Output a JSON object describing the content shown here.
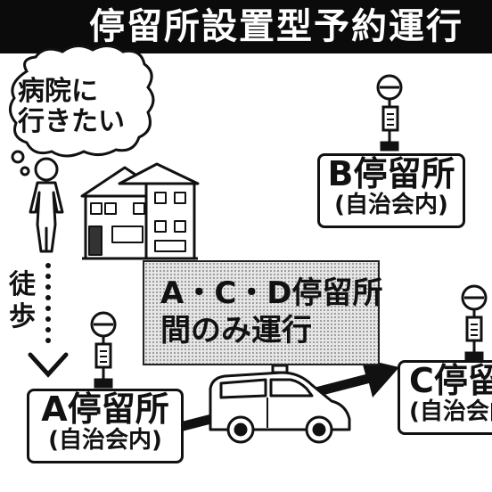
{
  "title": "停留所設置型予約運行",
  "speech_bubble": {
    "lines": [
      "病院に",
      "行きたい"
    ]
  },
  "walk_label": {
    "chars": [
      "徒",
      "歩"
    ]
  },
  "stops": {
    "a": {
      "name": "A停留所",
      "sub": "(自治会内)"
    },
    "b": {
      "name": "B停留所",
      "sub": "(自治会内)"
    },
    "c": {
      "name": "C停留所",
      "sub": "(自治会内)"
    }
  },
  "note": {
    "lines": [
      "A・C・D停留所",
      "間のみ運行"
    ]
  },
  "icons": {
    "person": "person-icon",
    "house": "house-icon",
    "bus_stop_sign": "bus-stop-sign-icon",
    "vehicle": "van-icon",
    "arrow": "arrow-right-icon",
    "walk_arrow": "chevron-down-icon"
  },
  "colors": {
    "ink": "#111111",
    "title_bg": "#0b0b0b",
    "title_text": "#ffffff",
    "screen_tone": "#d0d0d0"
  }
}
